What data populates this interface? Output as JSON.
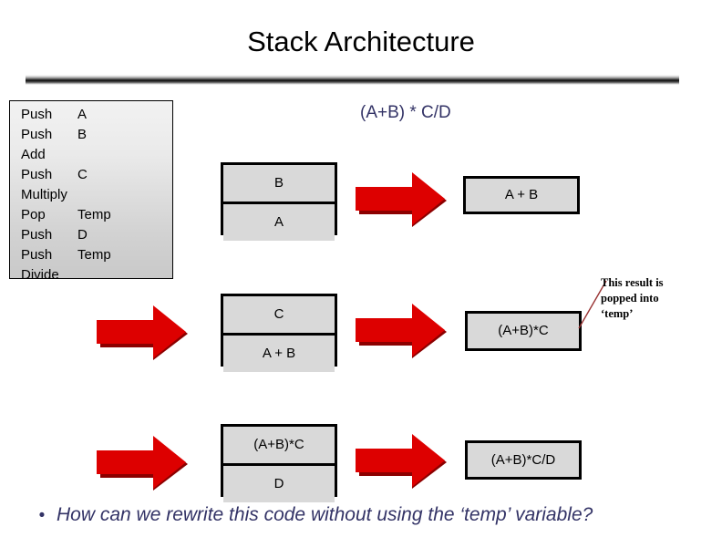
{
  "slide": {
    "title": "Stack Architecture",
    "expression": "(A+B) * C/D",
    "bullet_marker": "•",
    "bullet_text": "How can we rewrite this code without using the ‘temp’ variable?",
    "accent_color": "#333366",
    "arrow_color": "#DD0000",
    "arrow_shadow_color": "#8C0000",
    "box_fill_color": "#D9D9D9",
    "leader_line_color": "#993333"
  },
  "code": {
    "lines": [
      {
        "op": "Push",
        "arg": "A"
      },
      {
        "op": "Push",
        "arg": "B"
      },
      {
        "op": "Add",
        "arg": ""
      },
      {
        "op": "Push",
        "arg": "C"
      },
      {
        "op": "Multiply",
        "arg": ""
      },
      {
        "op": "Pop",
        "arg": "Temp"
      },
      {
        "op": "Push",
        "arg": "D"
      },
      {
        "op": "Push",
        "arg": "Temp"
      },
      {
        "op": "Divide",
        "arg": ""
      }
    ]
  },
  "rows": [
    {
      "stack": {
        "top": "B",
        "bottom": "A"
      },
      "result": "A + B"
    },
    {
      "stack": {
        "top": "C",
        "bottom": "A + B"
      },
      "result": "(A+B)*C"
    },
    {
      "stack": {
        "top": "(A+B)*C",
        "bottom": "D"
      },
      "result": "(A+B)*C/D"
    }
  ],
  "callout": {
    "line1": "This result is",
    "line2": "popped into",
    "line3": "‘temp’"
  }
}
